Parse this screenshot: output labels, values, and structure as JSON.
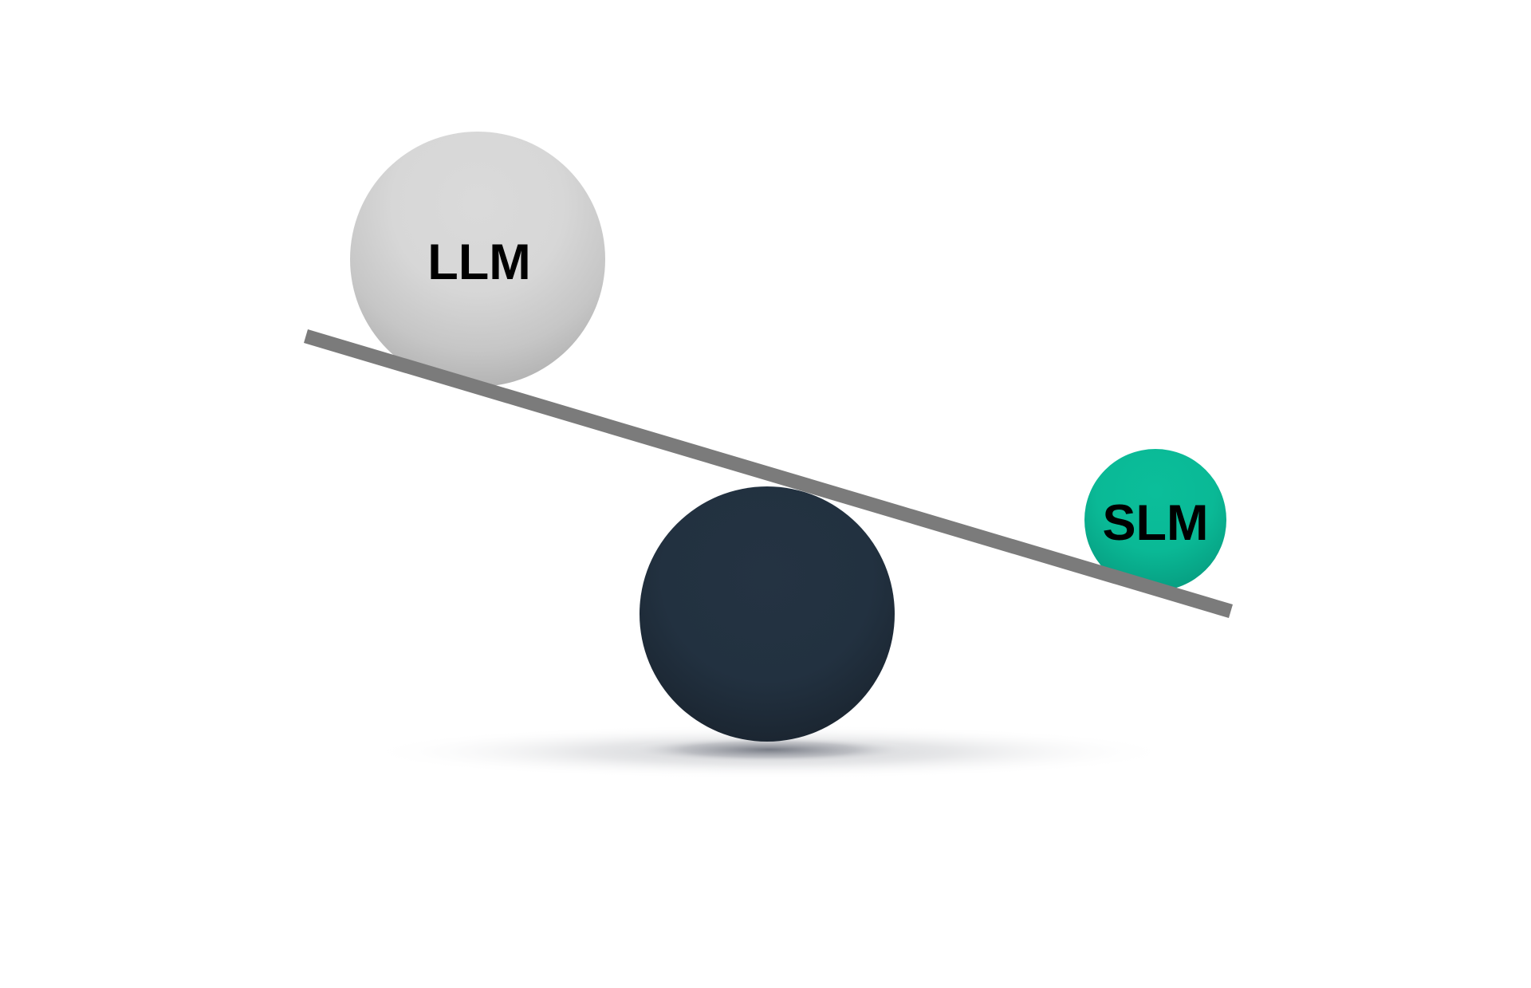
{
  "diagram": {
    "type": "seesaw-balance-illustration",
    "background": "#ffffff",
    "nodes": [
      {
        "id": "llm",
        "label": "LLM",
        "color": "#d9d9d9",
        "shade_color": "#b3b3b3",
        "role": "heavy-side"
      },
      {
        "id": "fulcrum",
        "label": "",
        "color": "#22303f",
        "shade_color": "#1a2330",
        "role": "pivot"
      },
      {
        "id": "slm",
        "label": "SLM",
        "color": "#0bbd99",
        "shade_color": "#07a083",
        "role": "light-side"
      }
    ],
    "beam": {
      "color": "#7b7b7b",
      "tilt": "down-to-the-right"
    },
    "shadow": {
      "color": "#8a8d96"
    }
  },
  "labels": {
    "llm": "LLM",
    "slm": "SLM"
  }
}
